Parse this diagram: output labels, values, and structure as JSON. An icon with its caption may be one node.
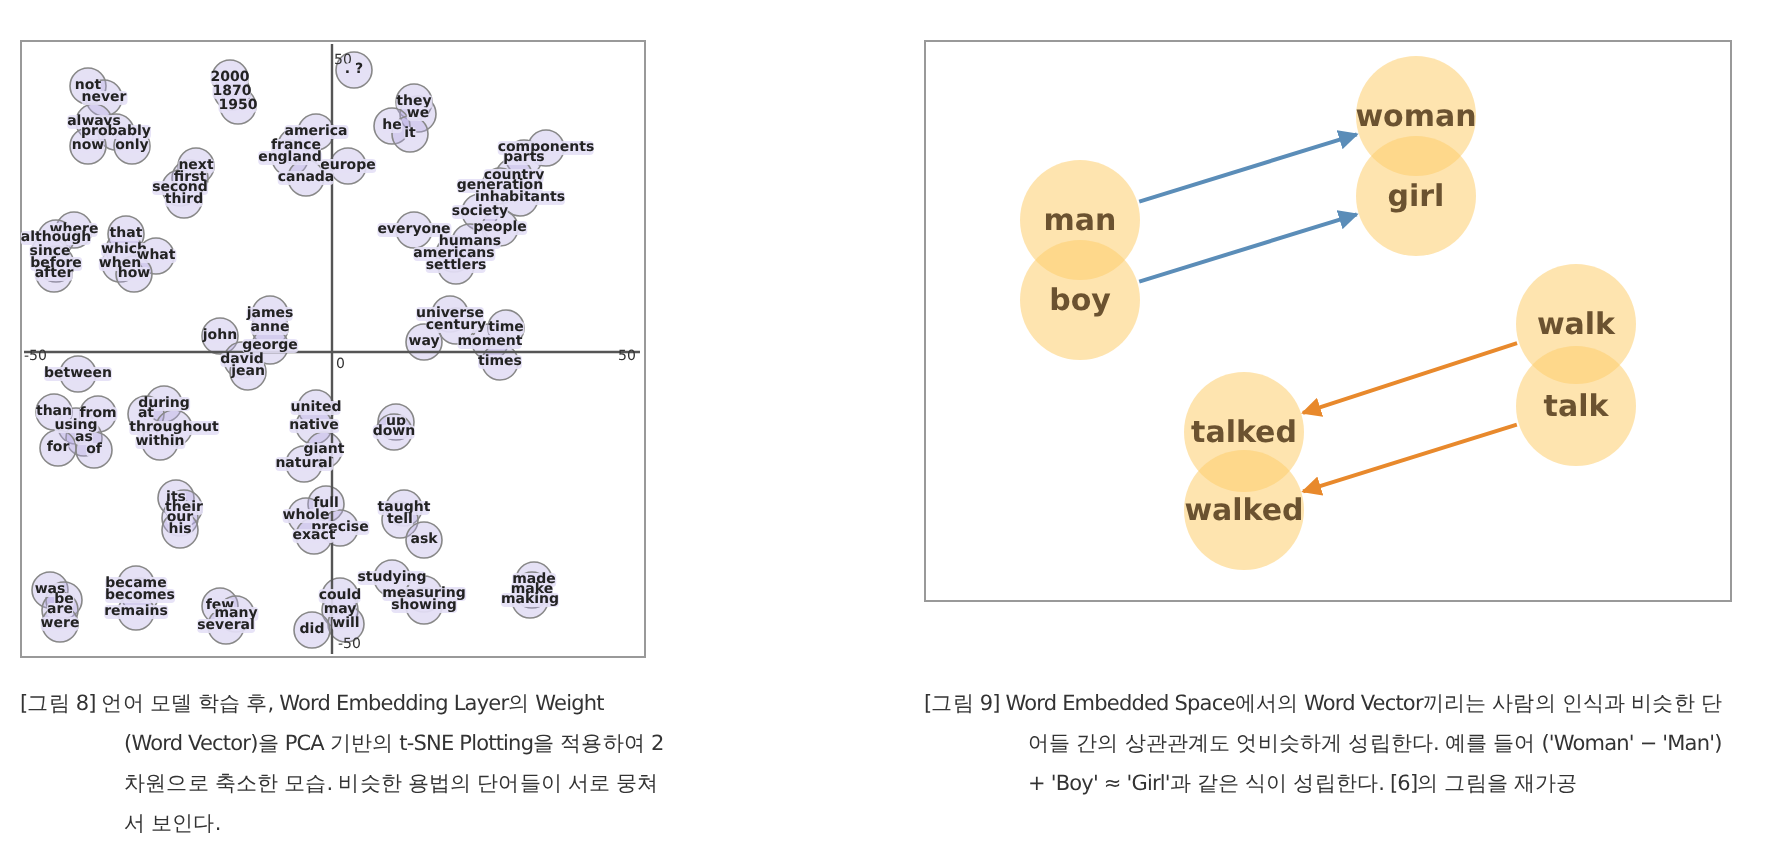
{
  "diagram": {
    "nodes": [
      {
        "text": [
          "man"
        ]
      },
      {
        "text": [
          "boy"
        ]
      },
      {
        "text": [
          "woman"
        ]
      },
      {
        "text": [
          "girl"
        ]
      },
      {
        "text": [
          "walk"
        ]
      },
      {
        "text": [
          "talk"
        ]
      },
      {
        "text": [
          "talked"
        ]
      },
      {
        "text": [
          "walked"
        ]
      }
    ],
    "edges": [
      {
        "from": 0,
        "to": 2,
        "arrow": "to"
      },
      {
        "from": 1,
        "to": 3,
        "arrow": "to"
      },
      {
        "from": 4,
        "to": 6,
        "arrow": "to",
        "color": "#e8892c"
      },
      {
        "from": 5,
        "to": 7,
        "arrow": "to",
        "color": "#e8892c"
      }
    ],
    "labels": [
      "50",
      "-50",
      "0",
      "50",
      "-50",
      "not",
      "never",
      "always",
      "probably",
      "now",
      "only",
      "2000",
      "1870",
      "1950",
      "america",
      "france",
      "england",
      "europe",
      "canada",
      ". ?",
      "they",
      "we",
      "he",
      "it",
      "components",
      "parts",
      "country",
      "generation",
      "inhabitants",
      "next",
      "first",
      "second",
      "third",
      "where",
      "although",
      "since",
      "before",
      "after",
      "that",
      "which",
      "what",
      "when",
      "how",
      "society",
      "everyone",
      "people",
      "humans",
      "americans",
      "settlers",
      "james",
      "anne",
      "john",
      "george",
      "universe",
      "century",
      "time",
      "way",
      "moment",
      "times",
      "between",
      "than",
      "from",
      "using",
      "as",
      "for",
      "of",
      "during",
      "at",
      "throughout",
      "within",
      "david",
      "jean",
      "united",
      "native",
      "giant",
      "natural",
      "up",
      "down",
      "its",
      "their",
      "our",
      "his",
      "full",
      "whole",
      "precise",
      "exact",
      "taught",
      "tell",
      "ask",
      "was",
      "be",
      "are",
      "were",
      "became",
      "becomes",
      "remains",
      "few",
      "many",
      "several",
      "could",
      "may",
      "will",
      "did",
      "studying",
      "measuring",
      "showing",
      "made",
      "make",
      "making",
      "[그림 8] 언어 모델 학습 후, Word Embedding Layer의 Weight (Word Vector)을 PCA 기반의 t-SNE Plotting을 적용하여 2차원으로 축소한 모습. 비슷한 용법의 단어들이 서로 뭉쳐서 보인다.",
      "[그림 9] Word Embedded Space에서의 Word Vector끼리는 사람의 인식과 비슷한 단어들 간의 상관관계도 엇비슷하게 성립한다. 예를 들어 ('Woman' − 'Man') + 'Boy' ≈ 'Girl'과 같은 식이 성립한다. [6]의 그림을 재가공"
    ]
  }
}
